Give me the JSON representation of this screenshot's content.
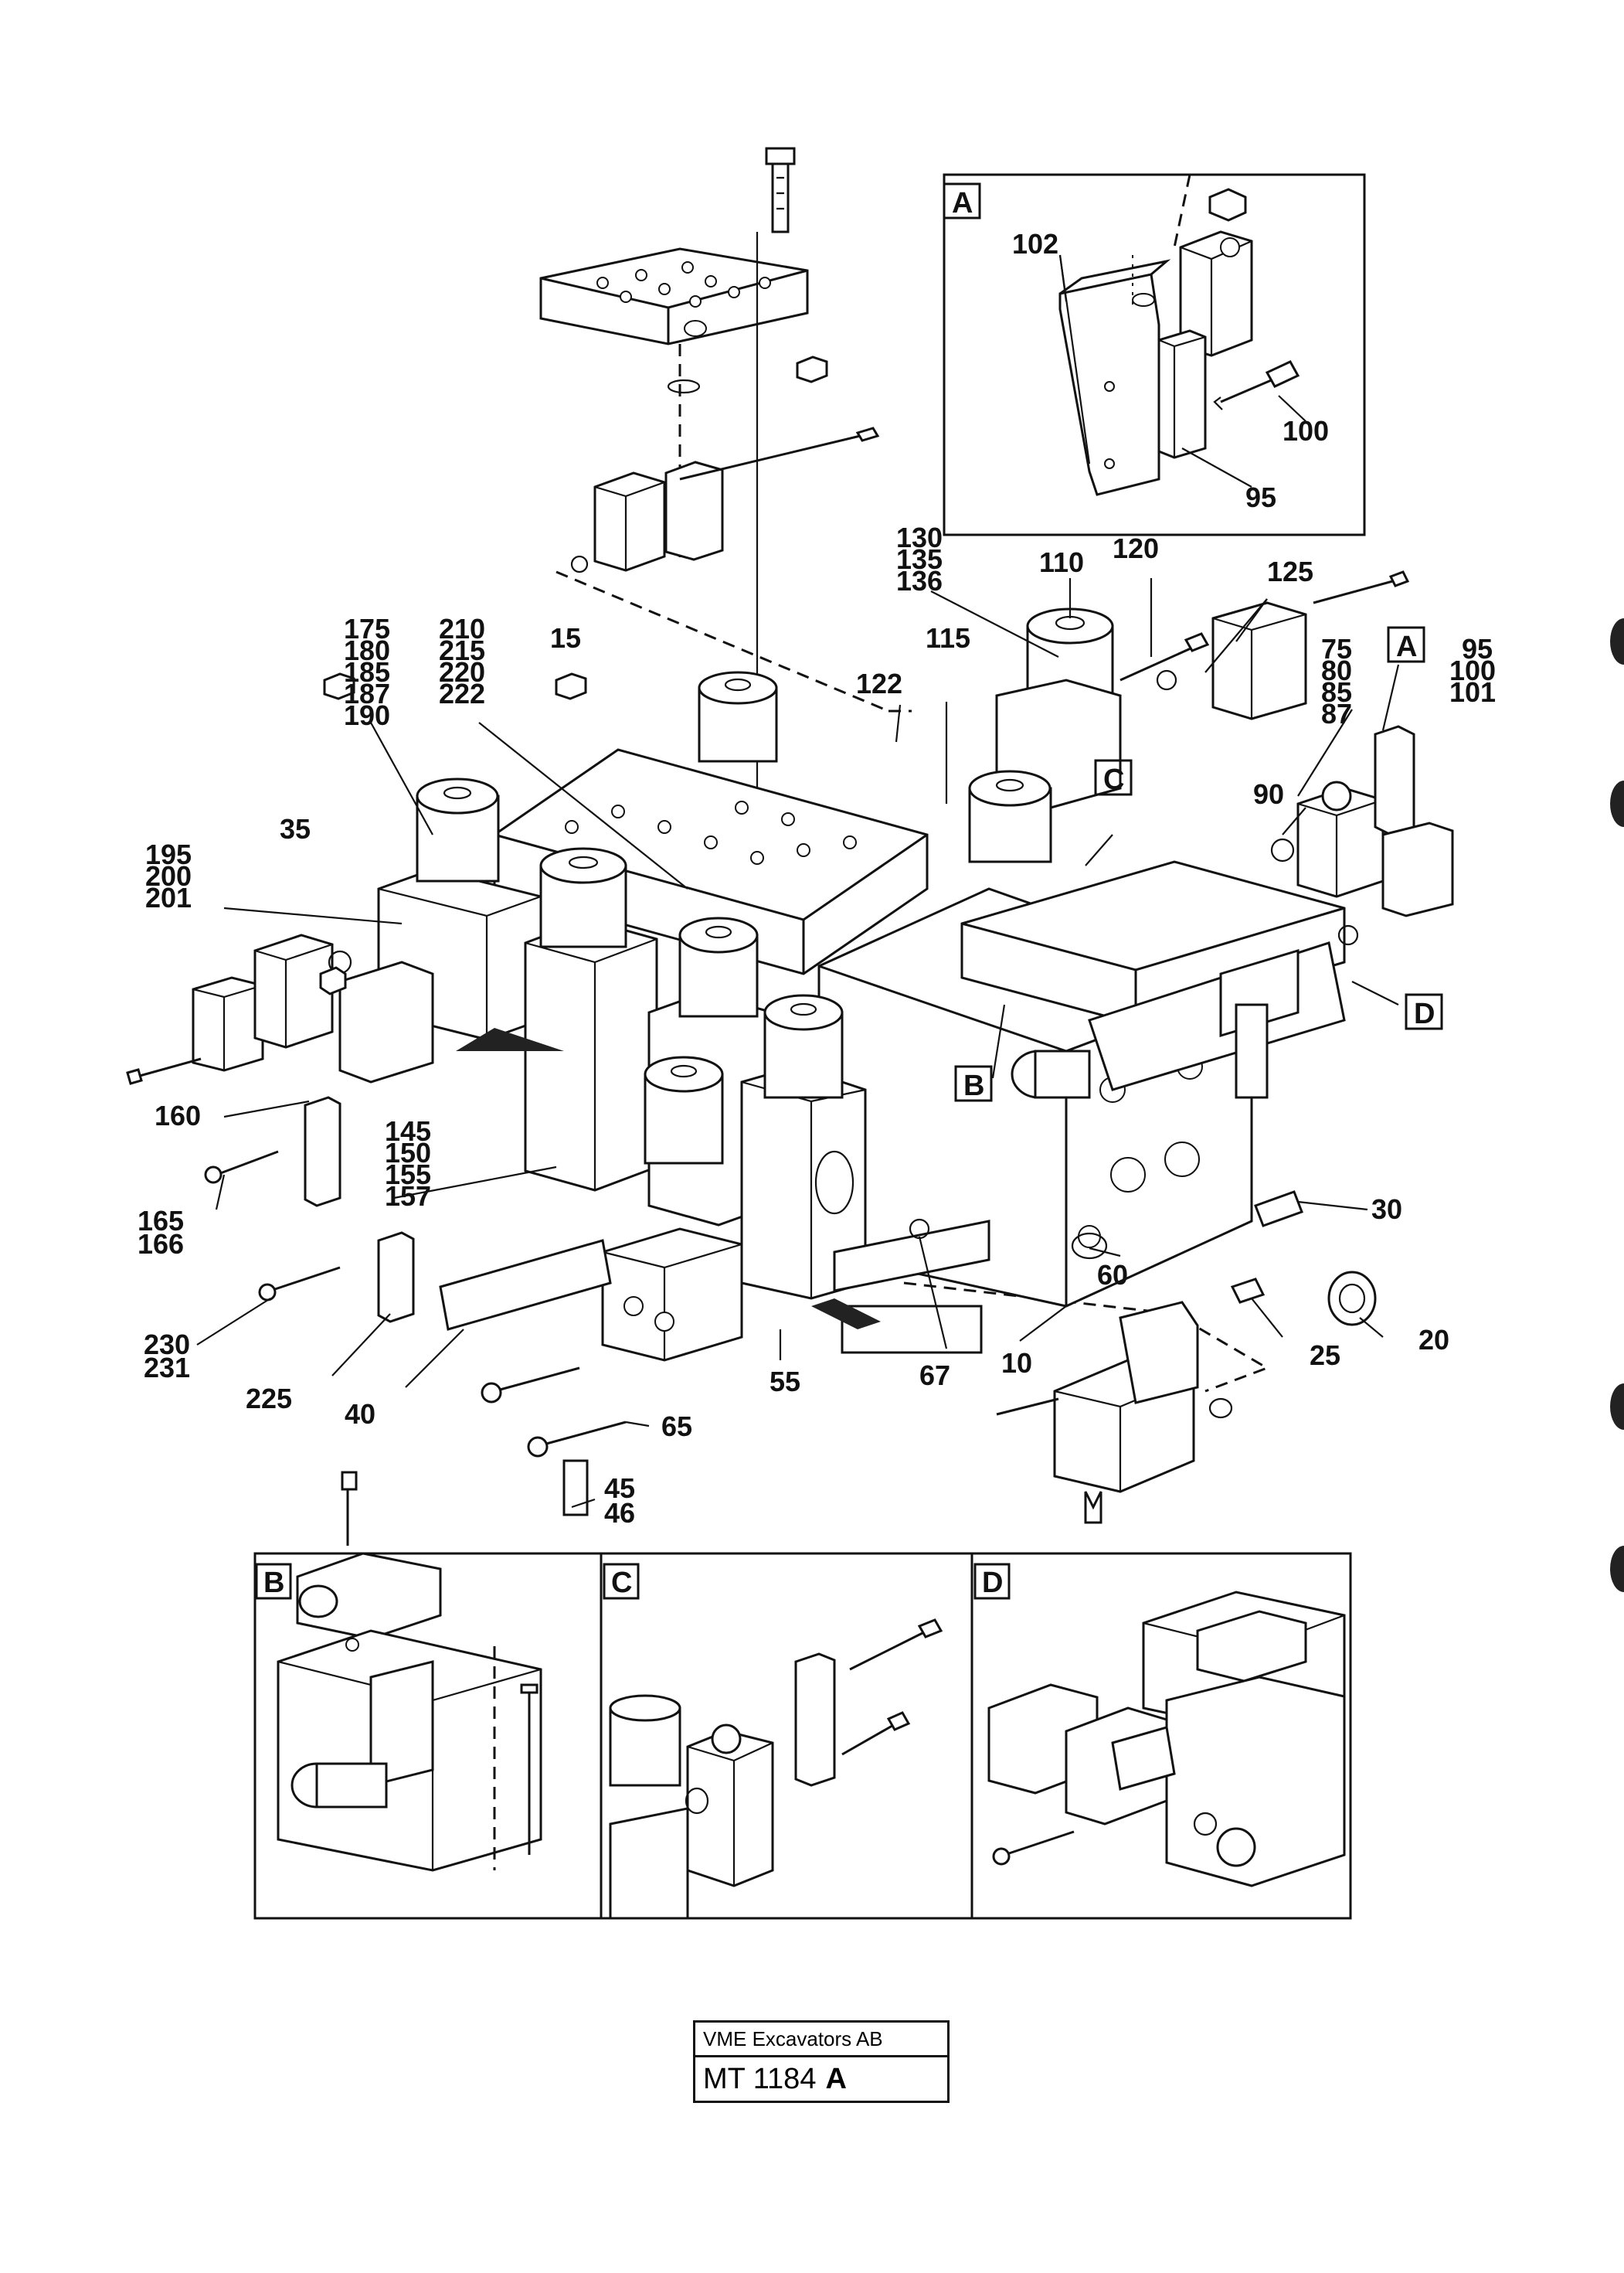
{
  "callouts": {
    "c1": "102",
    "c2": "100",
    "c3": "95",
    "c4": "130",
    "c5": "135",
    "c6": "136",
    "c7": "110",
    "c8": "120",
    "c9": "125",
    "c10": "175",
    "c11": "180",
    "c12": "185",
    "c13": "187",
    "c14": "190",
    "c15": "210",
    "c16": "215",
    "c17": "220",
    "c18": "222",
    "c19": "15",
    "c20": "115",
    "c21": "122",
    "c22": "75",
    "c23": "80",
    "c24": "85",
    "c25": "87",
    "c26": "95",
    "c27": "100",
    "c28": "101",
    "c29": "90",
    "c30": "35",
    "c31": "195",
    "c32": "200",
    "c33": "201",
    "c34": "160",
    "c35": "145",
    "c36": "150",
    "c37": "155",
    "c38": "157",
    "c39": "165",
    "c40": "166",
    "c41": "30",
    "c42": "60",
    "c43": "20",
    "c44": "25",
    "c45": "10",
    "c46": "67",
    "c47": "55",
    "c48": "230",
    "c49": "231",
    "c50": "225",
    "c51": "40",
    "c52": "65",
    "c53": "45",
    "c54": "46"
  },
  "detail_tags": {
    "top_inset": "A",
    "side_tag_a": "A",
    "tag_b": "B",
    "tag_c": "C",
    "tag_d": "D",
    "inset_b": "B",
    "inset_c": "C",
    "inset_d": "D"
  },
  "title_block": {
    "company": "VME Excavators AB",
    "drawing_number": "MT 1184",
    "revision": "A"
  }
}
